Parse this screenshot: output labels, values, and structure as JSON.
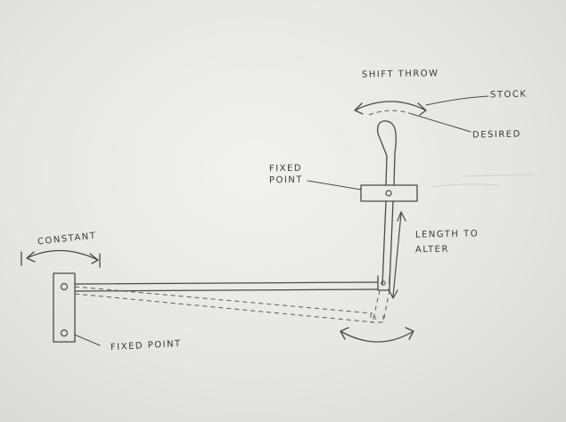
{
  "labels": {
    "shift_throw": "SHIFT THROW",
    "stock": "STOCK",
    "desired": "DESIRED",
    "fixed_point_top_line1": "FIXED",
    "fixed_point_top_line2": "POINT",
    "length_to_alter_line1": "LENGTH TO",
    "length_to_alter_line2": "ALTER",
    "constant": "CONSTANT",
    "fixed_point_bottom": "FIXED POINT"
  }
}
